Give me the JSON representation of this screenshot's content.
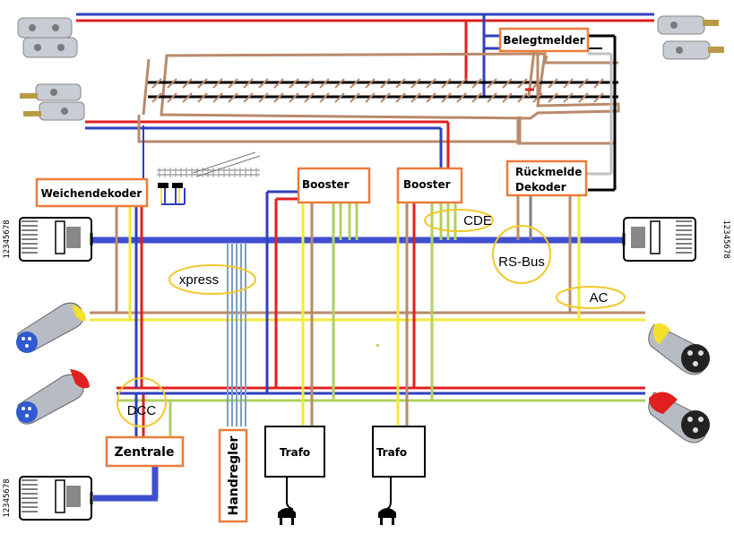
{
  "components": {
    "belegtmelder": "Belegtmelder",
    "weichendekoder": "Weichendekoder",
    "booster_1": "Booster",
    "booster_2": "Booster",
    "rueckmelde_line_1": "Rückmelde",
    "rueckmelde_line_2": "Dekoder",
    "zentrale": "Zentrale",
    "handregler": "Handregler",
    "trafo_1": "Trafo",
    "trafo_2": "Trafo"
  },
  "buses": {
    "xpress": "xpress",
    "cde": "CDE",
    "rs_bus": "RS-Bus",
    "ac": "AC",
    "dcc": "DCC"
  },
  "connectors": {
    "pin_numbers": "12345678"
  },
  "colors": {
    "box_outline": "#ec7c3a",
    "bus_highlight": "#f2c92a",
    "wire_blue": "#2f3fc0",
    "wire_red": "#e02020",
    "wire_brown": "#b98a6a",
    "wire_yellow": "#f2ea3a",
    "wire_green": "#b0d060",
    "xpress_lines": "#7aa0c8"
  }
}
